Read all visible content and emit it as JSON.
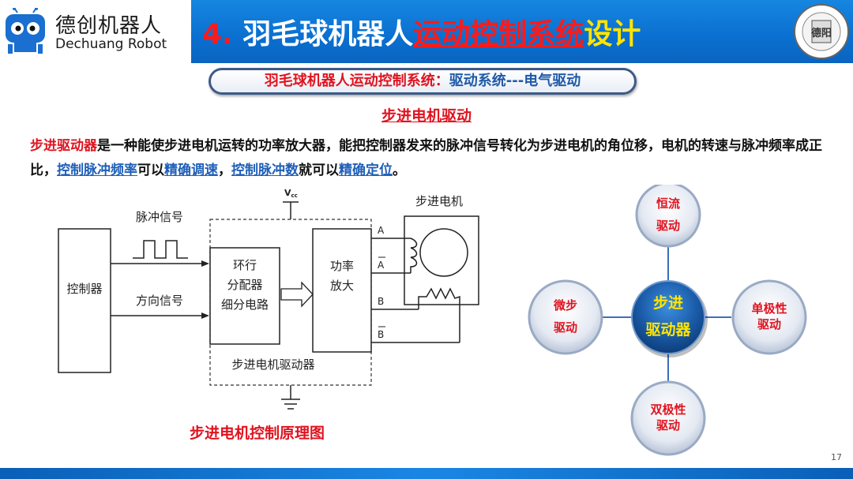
{
  "header": {
    "brand_cn": "德创机器人",
    "brand_en": "Dechuang Robot",
    "title_num": "4.",
    "title_part1": "羽毛球机器人",
    "title_part2": "运动控制系统",
    "title_part3": "设计",
    "seal_text": "德阳"
  },
  "subtitle": {
    "part1": "羽毛球机器人运动控制系统：",
    "part2": "驱动系统---电气驱动"
  },
  "section_title": "步进电机驱动",
  "paragraph": {
    "s1": "步进驱动器",
    "s2": "是一种能使步进电机运转的功率放大器，能把控制器发来的脉冲信号转化为步进电机的角位移，电机的转速与脉冲频率成正比，",
    "s3": "控制脉冲频率",
    "s4": "可以",
    "s5": "精确调速",
    "s6": "，",
    "s7": "控制脉冲数",
    "s8": "就可以",
    "s9": "精确定位",
    "s10": "。"
  },
  "diagram": {
    "controller": "控制器",
    "pulse_signal": "脉冲信号",
    "direction_signal": "方向信号",
    "distributor_l1": "环行",
    "distributor_l2": "分配器",
    "distributor_l3": "细分电路",
    "amp_l1": "功率",
    "amp_l2": "放大",
    "motor": "步进电机",
    "driver": "步进电机驱动器",
    "vcc": "V",
    "vcc_sub": "cc",
    "phase_a": "A",
    "phase_a_bar": "A",
    "phase_b": "B",
    "phase_b_bar": "B"
  },
  "caption": "步进电机控制原理图",
  "bubbles": {
    "center_l1": "步进",
    "center_l2": "驱动器",
    "top_l1": "恒流",
    "top_l2": "驱动",
    "left_l1": "微步",
    "left_l2": "驱动",
    "right_l1": "单极性",
    "right_l2": "驱动",
    "bottom_l1": "双极性",
    "bottom_l2": "驱动"
  },
  "page_number": "17",
  "colors": {
    "header_blue": "#0a6fd0",
    "accent_red": "#e0131f",
    "link_blue": "#1f5fb8",
    "title_yellow": "#ffe500"
  }
}
